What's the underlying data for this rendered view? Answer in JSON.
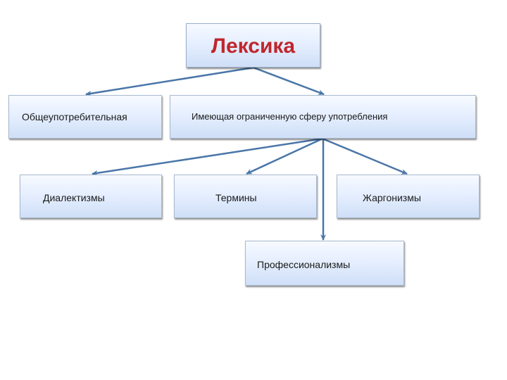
{
  "diagram": {
    "root": {
      "label": "Лексика"
    },
    "level1": [
      {
        "label": "Общеупотребительная"
      },
      {
        "label": "Имеющая ограниченную сферу употребления"
      }
    ],
    "level2": [
      {
        "label": "Диалектизмы"
      },
      {
        "label": "Термины"
      },
      {
        "label": "Жаргонизмы"
      },
      {
        "label": "Профессионализмы"
      }
    ],
    "colors": {
      "title_text": "#c0262d",
      "arrow": "#4a76a8",
      "box_fill_top": "#f7faff",
      "box_fill_bottom": "#cfdff7",
      "box_border": "#a8b9cf"
    }
  }
}
